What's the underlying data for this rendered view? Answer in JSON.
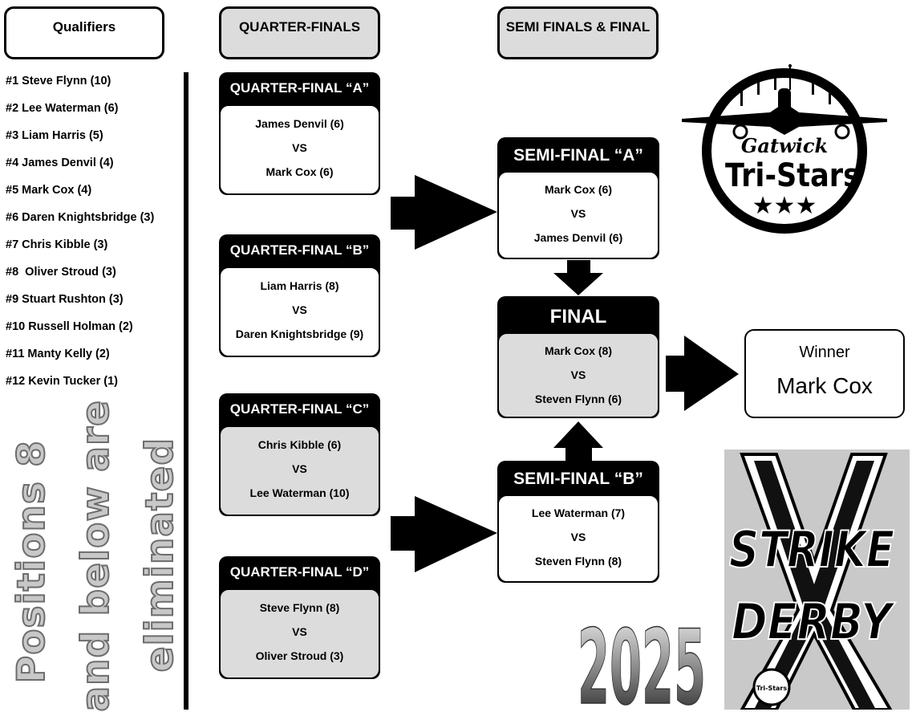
{
  "headers": {
    "qualifiers": "Qualifiers",
    "quarter_finals": "QUARTER-FINALS",
    "semi_finals": "SEMI FINALS & FINAL"
  },
  "qualifiers": [
    "#1 Steve Flynn (10)",
    "#2 Lee Waterman (6)",
    "#3 Liam Harris (5)",
    "#4 James Denvil (4)",
    "#5 Mark Cox (4)",
    "#6 Daren Knightsbridge (3)",
    "#7 Chris Kibble (3)",
    "#8  Oliver Stroud (3)",
    "#9 Stuart Rushton (3)",
    "#10 Russell Holman (2)",
    "#11 Manty Kelly (2)",
    "#12 Kevin Tucker (1)"
  ],
  "eliminated_note": [
    "Positions 8",
    "and below are",
    "eliminated"
  ],
  "quarter_finals": [
    {
      "title": "QUARTER-FINAL “A”",
      "player1": "James Denvil (6)",
      "vs": "VS",
      "player2": "Mark Cox (6)"
    },
    {
      "title": "QUARTER-FINAL “B”",
      "player1": "Liam Harris (8)",
      "vs": "VS",
      "player2": "Daren Knightsbridge (9)"
    },
    {
      "title": "QUARTER-FINAL “C”",
      "player1": "Chris Kibble (6)",
      "vs": "VS",
      "player2": "Lee Waterman (10)"
    },
    {
      "title": "QUARTER-FINAL “D”",
      "player1": "Steve Flynn (8)",
      "vs": "VS",
      "player2": "Oliver Stroud (3)"
    }
  ],
  "semi_finals": [
    {
      "title": "SEMI-FINAL “A”",
      "player1": "Mark Cox (6)",
      "vs": "VS",
      "player2": "James Denvil (6)"
    },
    {
      "title": "SEMI-FINAL “B”",
      "player1": "Lee Waterman (7)",
      "vs": "VS",
      "player2": "Steven Flynn (8)"
    }
  ],
  "final": {
    "title": "FINAL",
    "player1": "Mark Cox (8)",
    "vs": "VS",
    "player2": "Steven Flynn (6)"
  },
  "winner": {
    "label": "Winner",
    "name": "Mark Cox"
  },
  "logo": {
    "script": "Gatwick",
    "name": "Tri-Stars",
    "stars": "★★★"
  },
  "strike_derby": {
    "line1": "STRIKE",
    "line2": "DERBY",
    "letter": "X",
    "mini_logo": "Tri-Stars"
  },
  "year": "2025"
}
